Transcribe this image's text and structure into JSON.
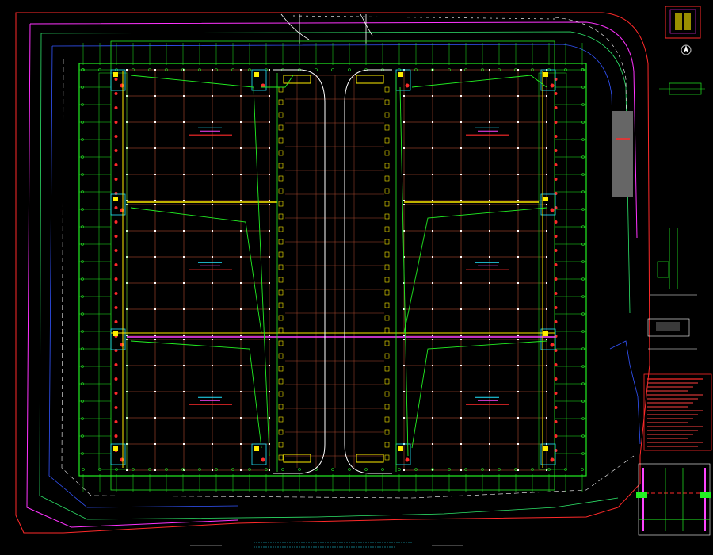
{
  "drawing": {
    "title_label": "",
    "notes_text": "",
    "colors": {
      "background": "#000000",
      "site_boundary": "#ff2a2a",
      "setback_line": "#ff33ff",
      "grid_line": "#d05a3a",
      "column_grid": "#22ee22",
      "corridor_yellow": "#ffee00",
      "magenta_line": "#ff44ff",
      "road_white": "#f0f0f0",
      "cyan_note": "#22e6ff",
      "blue_line": "#3355ff",
      "gray_block": "#666666"
    },
    "warehouse_blocks": [
      {
        "id": "NW",
        "col": 0,
        "row": 0
      },
      {
        "id": "NE",
        "col": 1,
        "row": 0
      },
      {
        "id": "W-mid",
        "col": 0,
        "row": 1
      },
      {
        "id": "E-mid",
        "col": 1,
        "row": 1
      },
      {
        "id": "SW",
        "col": 0,
        "row": 2
      },
      {
        "id": "SE",
        "col": 1,
        "row": 2
      }
    ],
    "icons": {
      "north_arrow": "north-arrow-icon",
      "key_plan": "key-plan-icon"
    }
  }
}
